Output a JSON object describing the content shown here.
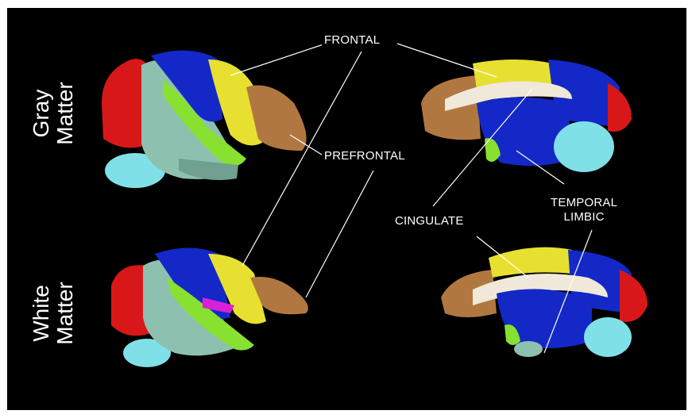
{
  "row_labels": {
    "top": [
      "Gray",
      "Matter"
    ],
    "bottom": [
      "White",
      "Matter"
    ]
  },
  "region_labels": {
    "frontal": "FRONTAL",
    "prefrontal": "PREFRONTAL",
    "cingulate": "CINGULATE",
    "temporal_limbic": [
      "TEMPORAL",
      "LIMBIC"
    ]
  },
  "region_colors": {
    "frontal": "#e8e030",
    "prefrontal": "#b07840",
    "parietal_motor": "#1428c8",
    "occipital": "#d81818",
    "temporal": "#8ec0b0",
    "sensory_strip": "#88e030",
    "cerebellum": "#80e0e8",
    "cingulate": "#f0e8d8",
    "insula": "#d820d8"
  }
}
